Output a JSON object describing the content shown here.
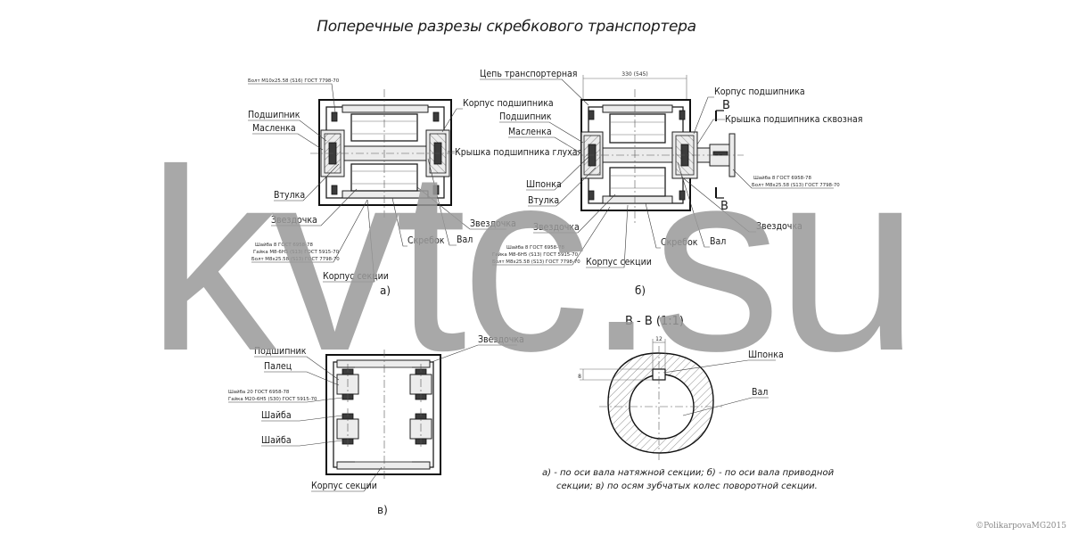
{
  "title": "Поперечные разрезы скребкового транспортера",
  "watermark": "kvtc.su",
  "copyright": "©PolikarpovaMG2015",
  "section_a": {
    "caption": "а)",
    "labels": {
      "bolt": "Болт М10х25.58 (S16) ГОСТ 7798-70",
      "bearing": "Подшипник",
      "oiler": "Масленка",
      "sleeve": "Втулка",
      "sprocket_left": "Звездочка",
      "housing": "Корпус подшипника",
      "blind_cover": "Крышка подшипника глухая",
      "sprocket_right": "Звездочка",
      "shaft": "Вал",
      "scraper": "Скребок",
      "section_body": "Корпус секции",
      "washer_spec": "Шайба 8 ГОСТ 6958-78",
      "nut_spec": "Гайка М8-6Н5 (S13) ГОСТ 5915-70",
      "bolt_spec": "Болт М8х25.58 (S13) ГОСТ 7798-70"
    }
  },
  "section_b": {
    "caption": "б)",
    "dimension": "330 (545)",
    "cut_mark": "В",
    "labels": {
      "chain": "Цепь транспортерная",
      "bearing": "Подшипник",
      "oiler": "Масленка",
      "key": "Шпонка",
      "sleeve": "Втулка",
      "sprocket_left": "Звездочка",
      "housing": "Корпус подшипника",
      "through_cover": "Крышка подшипника сквозная",
      "washer_spec_right": "Шайба 8 ГОСТ 6958-78",
      "bolt_spec_right": "Болт М8х25.58 (S13) ГОСТ 7798-70",
      "sprocket_right": "Звездочка",
      "shaft": "Вал",
      "scraper": "Скребок",
      "section_body": "Корпус секции",
      "washer_spec": "Шайба 8 ГОСТ 6958-78",
      "nut_spec": "Гайка М8-6Н5 (S13) ГОСТ 5915-70",
      "bolt_spec": "Болт М8х25.58 (S13) ГОСТ 7798-70"
    }
  },
  "section_c": {
    "caption": "в)",
    "labels": {
      "bearing": "Подшипник",
      "pin": "Палец",
      "washer_spec": "Шайба 20 ГОСТ 6958-78",
      "nut_spec": "Гайка М20-6Н5 (S30) ГОСТ 5915-70",
      "washer1": "Шайба",
      "washer2": "Шайба",
      "sprocket": "Звездочка",
      "section_body": "Корпус секции"
    }
  },
  "section_bb": {
    "title": "В - В (1:1)",
    "dim_width": "12",
    "dim_height": "8",
    "labels": {
      "key": "Шпонка",
      "shaft": "Вал"
    }
  },
  "notes": {
    "line1": "а) - по оси вала натяжной секции; б) - по оси вала приводной",
    "line2": "секции; в) по осям зубчатых колес поворотной секции."
  }
}
